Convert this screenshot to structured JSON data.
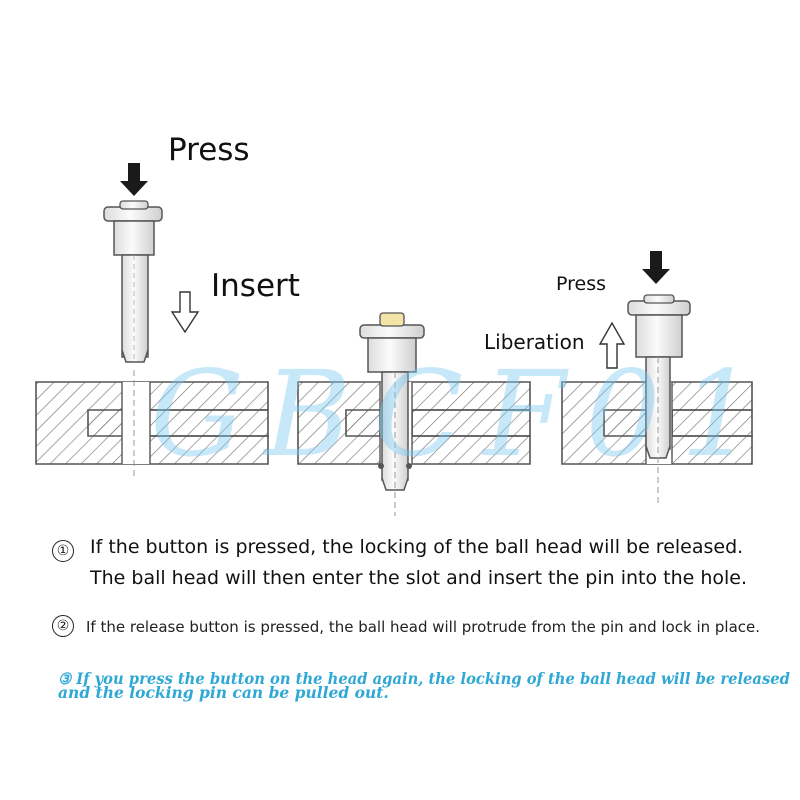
{
  "labels": {
    "press_top": "Press",
    "insert": "Insert",
    "press_right": "Press",
    "liberation": "Liberation"
  },
  "steps": {
    "step1_number": "①",
    "step1_line1": "If the button is pressed, the locking of the ball head will be released.",
    "step1_line2": "The ball head will then enter the slot and insert the pin into the hole.",
    "step2_number": "②",
    "step2_text": "If the release button is pressed, the ball head will protrude from the pin and lock in place.",
    "step3_line1": "③ If you press the button on the head again, the locking of the ball head will be released",
    "step3_line2": "and the locking pin can be pulled out."
  },
  "watermark": "GBCF01",
  "colors": {
    "line": "#555555",
    "pin_fill": "#f2f2f2",
    "arrow_fill": "#1a1a1a",
    "note_text": "#2fa8d6",
    "watermark": "#78c8f0"
  }
}
